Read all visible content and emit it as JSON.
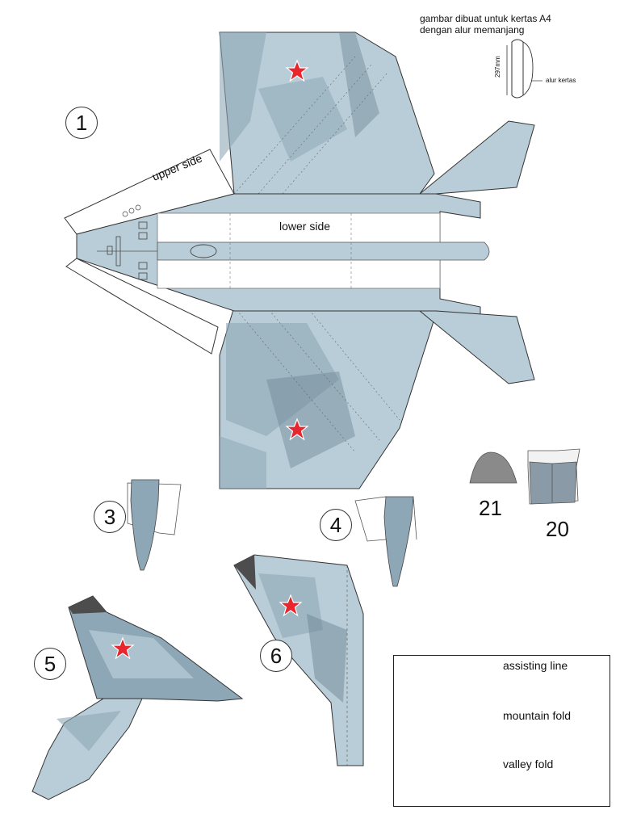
{
  "instruction": {
    "line1": "gambar dibuat untuk kertas A4",
    "line2": "dengan alur memanjang",
    "dimension": "297mm",
    "grain_label": "alur kertas"
  },
  "labels": {
    "upper_side": "upper side",
    "lower_side": "lower side"
  },
  "part_numbers": {
    "p1": "1",
    "p3": "3",
    "p4": "4",
    "p5": "5",
    "p6": "6",
    "p20": "20",
    "p21": "21"
  },
  "legend": {
    "assisting_line": "assisting line",
    "mountain_fold": "mountain fold",
    "valley_fold": "valley fold"
  },
  "colors": {
    "camo_light": "#b9cdd8",
    "camo_mid": "#8ea7b6",
    "camo_dark": "#6f8796",
    "tail_tip": "#4d4d4d",
    "star_red": "#e8262d",
    "outline": "#333333"
  },
  "icons": [
    "red-star-icon",
    "paper-roll-icon"
  ]
}
